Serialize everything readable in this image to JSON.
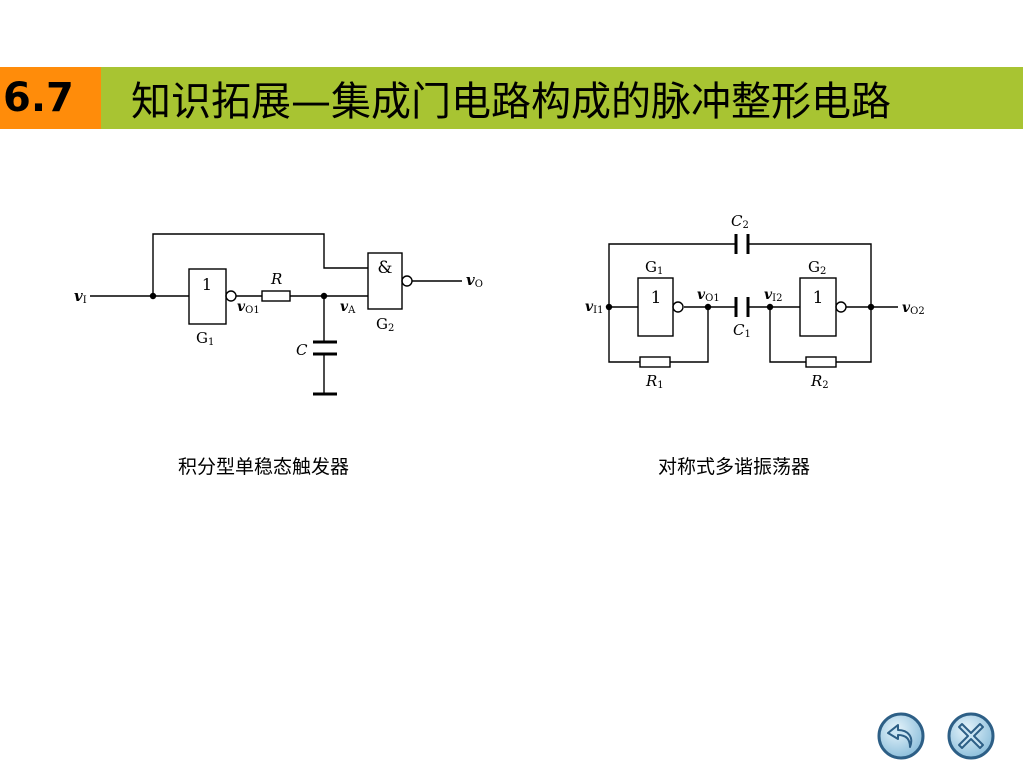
{
  "header": {
    "section_number": "6.7",
    "title": "知识拓展—集成门电路构成的脉冲整形电路"
  },
  "left_circuit": {
    "input": "v",
    "input_sub": "I",
    "gate1_symbol": "1",
    "gate1_name": "G",
    "gate1_name_sub": "1",
    "resistor": "R",
    "node_o1": "v",
    "node_o1_sub": "O1",
    "node_a": "v",
    "node_a_sub": "A",
    "gate2_symbol": "&",
    "gate2_name": "G",
    "gate2_name_sub": "2",
    "capacitor": "C",
    "output": "v",
    "output_sub": "O",
    "caption": "积分型单稳态触发器"
  },
  "right_circuit": {
    "c2": "C",
    "c2_sub": "2",
    "g1": "G",
    "g1_sub": "1",
    "gate1_symbol": "1",
    "g2": "G",
    "g2_sub": "2",
    "gate2_symbol": "1",
    "vi1": "v",
    "vi1_sub": "I1",
    "vo1": "v",
    "vo1_sub": "O1",
    "vi2": "v",
    "vi2_sub": "I2",
    "vo2": "v",
    "vo2_sub": "O2",
    "c1": "C",
    "c1_sub": "1",
    "r1": "R",
    "r1_sub": "1",
    "r2": "R",
    "r2_sub": "2",
    "caption": "对称式多谐振荡器"
  },
  "nav": {
    "back_icon": "return-arrow-icon",
    "close_icon": "close-x-icon"
  },
  "colors": {
    "number_bg": "#ff8c0a",
    "title_bg": "#a8c432",
    "button_fill": "#a9d1e6",
    "button_stroke": "#2d5f86"
  }
}
